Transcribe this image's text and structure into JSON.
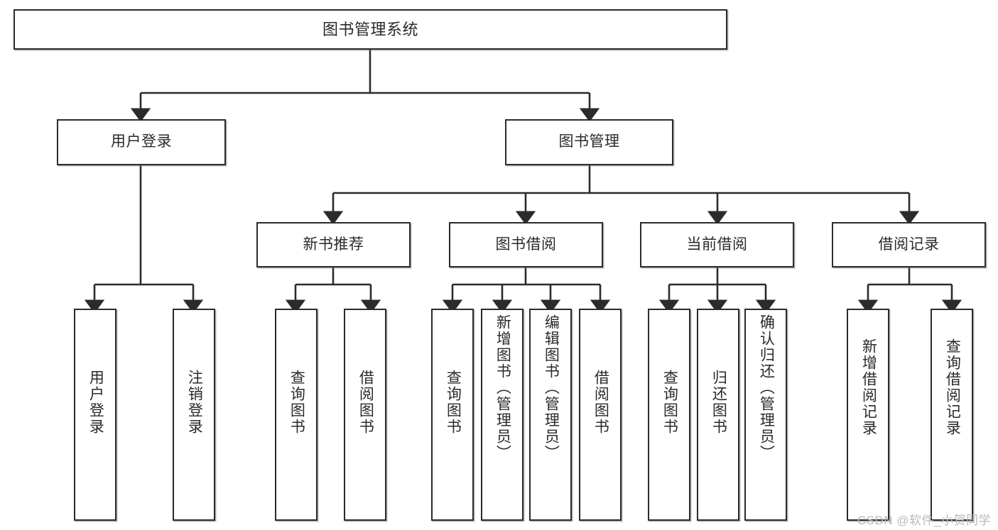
{
  "diagram": {
    "type": "tree-hierarchy-chart",
    "title": "图书管理系统",
    "orientation": "top-down",
    "colors": {
      "box_border": "#2b2b2b",
      "box_fill": "#ffffff",
      "connector": "#2b2b2b",
      "text": "#2a2a2a",
      "watermark": "#b9b9b9",
      "background": "#ffffff"
    },
    "root": {
      "label": "图书管理系统"
    },
    "level2": [
      {
        "label": "用户登录"
      },
      {
        "label": "图书管理"
      }
    ],
    "level3": [
      {
        "label": "新书推荐"
      },
      {
        "label": "图书借阅"
      },
      {
        "label": "当前借阅"
      },
      {
        "label": "借阅记录"
      }
    ],
    "leaves": {
      "user_login": [
        {
          "label": "用户登录"
        },
        {
          "label": "注销登录"
        }
      ],
      "new_book_recommend": [
        {
          "label": "查询图书"
        },
        {
          "label": "借阅图书"
        }
      ],
      "book_borrow": [
        {
          "label": "查询图书"
        },
        {
          "label": "新增图书（管理员）"
        },
        {
          "label": "编辑图书（管理员）"
        },
        {
          "label": "借阅图书"
        }
      ],
      "current_borrow": [
        {
          "label": "查询图书"
        },
        {
          "label": "归还图书"
        },
        {
          "label": "确认归还（管理员）"
        }
      ],
      "borrow_record": [
        {
          "label": "新增借阅记录"
        },
        {
          "label": "查询借阅记录"
        }
      ]
    }
  },
  "watermark": {
    "text": "CSDN @软件_小贺同学"
  }
}
